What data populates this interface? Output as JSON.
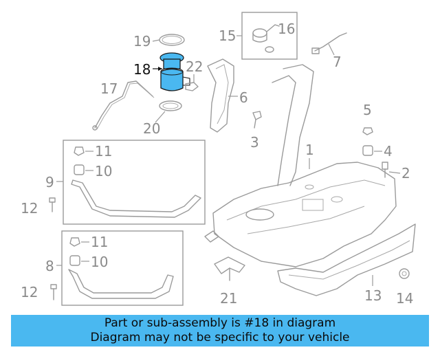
{
  "callouts": {
    "c1": "1",
    "c2": "2",
    "c3": "3",
    "c4": "4",
    "c5": "5",
    "c6": "6",
    "c7": "7",
    "c8": "8",
    "c9": "9",
    "c10a": "10",
    "c10b": "10",
    "c11a": "11",
    "c11b": "11",
    "c12a": "12",
    "c12b": "12",
    "c13": "13",
    "c14": "14",
    "c15": "15",
    "c16": "16",
    "c17": "17",
    "c18": "18",
    "c19": "19",
    "c20": "20",
    "c21": "21",
    "c22": "22"
  },
  "highlight": {
    "part_number": "18",
    "color": "#4ab8f0"
  },
  "caption": {
    "line1": "Part or sub-assembly is #18 in diagram",
    "line2": "Diagram may not be specific to your vehicle",
    "background": "#4ab8f0"
  }
}
